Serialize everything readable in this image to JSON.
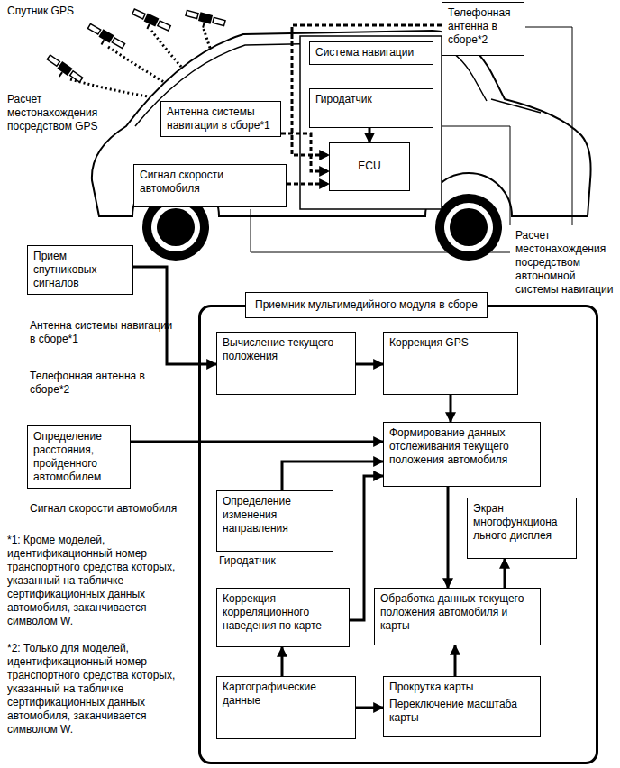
{
  "diagram": {
    "nodes": [
      {
        "text": [
          "Антенна системы навигации в сборе*1"
        ]
      },
      {
        "text": [
          "Сигнал скорости автомобиля"
        ]
      },
      {
        "text": [
          "Телефонная антенна в сборе*2"
        ]
      },
      {
        "text": [
          "Система навигации"
        ]
      },
      {
        "text": [
          "Гиродатчик"
        ]
      },
      {
        "text": [
          "ECU"
        ]
      },
      {
        "text": [
          "Прием спутниковых сигналов",
          "Антенна системы навигации в сборе*1"
        ]
      },
      {
        "text": [
          "Определение расстояния, пройденного автомобилем",
          "Сигнал скорости автомобиля"
        ]
      },
      {
        "text": [
          "Приемник мультимедийного модуля в сборе"
        ]
      },
      {
        "text": [
          "Вычисление текущего положения"
        ],
        "in": 8
      },
      {
        "text": [
          "Коррекция GPS"
        ],
        "in": 8
      },
      {
        "text": [
          "Формирование данных отслеживания текущего положения автомобиля"
        ],
        "in": 8
      },
      {
        "text": [
          "Определение изменения направления",
          "Гиродатчик"
        ],
        "in": 8
      },
      {
        "text": [
          "Экран многофункциона льного дисплея"
        ],
        "in": 8
      },
      {
        "text": [
          "Коррекция корреляционного наведения по карте"
        ],
        "in": 8
      },
      {
        "text": [
          "Обработка данных текущего положения автомобиля и карты"
        ],
        "in": 8
      },
      {
        "text": [
          "Картографические данные"
        ],
        "in": 8
      },
      {
        "text": [
          "Прокрутка карты",
          "Переключение масштаба карты"
        ],
        "in": 8
      }
    ],
    "edges": [
      {
        "from": 4,
        "to": 5,
        "arrow": "to"
      },
      {
        "from": 0,
        "to": 5,
        "arrow": "to"
      },
      {
        "from": 2,
        "to": 5,
        "arrow": "to"
      },
      {
        "from": 1,
        "to": 5,
        "arrow": "to"
      },
      {
        "from": 6,
        "to": 9,
        "arrow": "to"
      },
      {
        "from": 9,
        "to": 10,
        "arrow": "to"
      },
      {
        "from": 10,
        "to": 11,
        "arrow": "to"
      },
      {
        "from": 7,
        "to": 11,
        "arrow": "to"
      },
      {
        "from": 12,
        "to": 11,
        "arrow": "to"
      },
      {
        "from": 14,
        "to": 11,
        "arrow": "to"
      },
      {
        "from": 11,
        "to": 15,
        "arrow": "to"
      },
      {
        "from": 15,
        "to": 13,
        "arrow": "to"
      },
      {
        "from": 16,
        "to": 14,
        "arrow": "to"
      },
      {
        "from": 16,
        "to": 17,
        "arrow": "to"
      },
      {
        "from": 17,
        "to": 15,
        "arrow": "to"
      }
    ],
    "labels": [
      "Спутник GPS",
      "Расчет местонахождения посредством GPS",
      "Расчет местонахождения посредством автономной системы навигации",
      "Телефонная антенна в сборе*2",
      "*1: Кроме моделей, идентификационный номер транспортного средства которых, указанный на табличке сертификационных данных автомобиля, заканчивается символом W.",
      "*2: Только для моделей, идентификационный номер транспортного средства которых, указанный на табличке сертификационных данных автомобиля, заканчивается символом W."
    ]
  }
}
